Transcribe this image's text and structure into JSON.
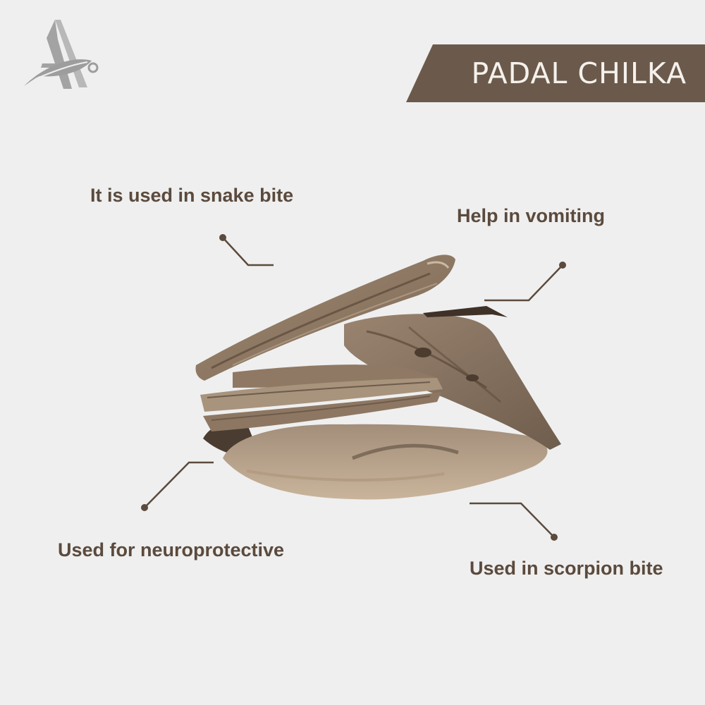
{
  "brand": {
    "logo_icon": "leaf-a-logo-icon",
    "logo_color": "#9d9d9d"
  },
  "title": {
    "text": "PADAL CHILKA",
    "banner_color": "#6b5a4b"
  },
  "benefits": [
    {
      "text": "It is used in snake bite"
    },
    {
      "text": "Help in vomiting"
    },
    {
      "text": "Used for neuroprotective"
    },
    {
      "text": "Used in scorpion bite"
    }
  ],
  "colors": {
    "background": "#efefef",
    "label_text": "#5b4a3d",
    "callout_line": "#5b4a3d"
  },
  "product_image": "bark-pieces-image"
}
